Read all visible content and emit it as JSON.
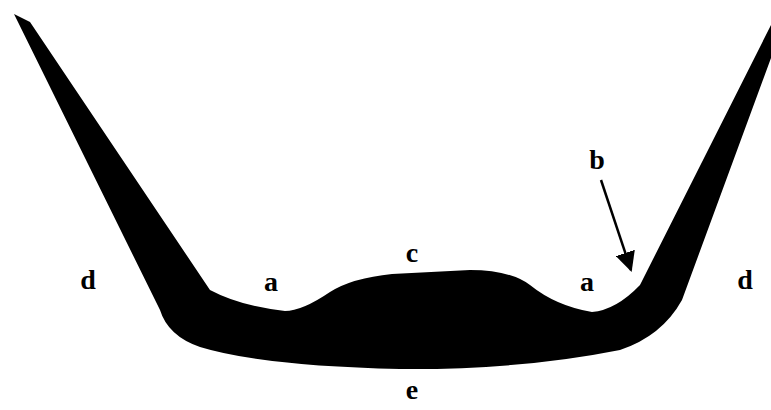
{
  "diagram": {
    "labels": [
      "b",
      "c",
      "d",
      "a",
      "a",
      "d",
      "e"
    ]
  }
}
